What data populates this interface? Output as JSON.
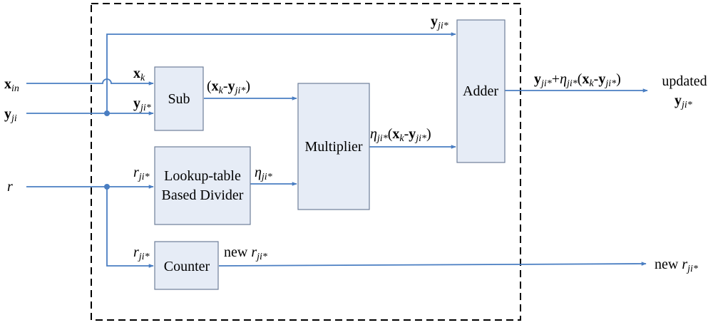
{
  "inputs": {
    "x_in": {
      "base": "x",
      "sub": "in"
    },
    "y_ji": {
      "base": "y",
      "sub": "ji"
    },
    "r": "r"
  },
  "blocks": {
    "sub": "Sub",
    "divider_line1": "Lookup-table",
    "divider_line2": "Based Divider",
    "multiplier": "Multiplier",
    "adder": "Adder",
    "counter": "Counter"
  },
  "signals": {
    "y_top": {
      "base": "y",
      "sub": "ji*"
    },
    "x_k": {
      "base": "x",
      "sub": "k"
    },
    "y_ji_star": {
      "base": "y",
      "sub": "ji*"
    },
    "diff": {
      "open": "(",
      "x": "x",
      "x_sub": "k",
      "dash": "-",
      "y": "y",
      "y_sub": "ji*",
      "close": ")"
    },
    "r_div": {
      "base": "r",
      "sub": "ji*"
    },
    "eta": {
      "base": "η",
      "sub": "ji*"
    },
    "mult_out": {
      "eta": "η",
      "eta_sub": "ji*",
      "open": "(",
      "x": "x",
      "x_sub": "k",
      "dash": "-",
      "y": "y",
      "y_sub": "ji*",
      "close": ")"
    },
    "r_cnt": {
      "base": "r",
      "sub": "ji*"
    },
    "new_r_cnt": {
      "prefix": "new ",
      "base": "r",
      "sub": "ji*"
    },
    "adder_out": {
      "y1": "y",
      "y1_sub": "ji*",
      "plus": "+",
      "eta": "η",
      "eta_sub": "ji*",
      "open": "(",
      "x": "x",
      "x_sub": "k",
      "dash": "-",
      "y2": "y",
      "y2_sub": "ji*",
      "close": ")"
    }
  },
  "outputs": {
    "updated_word": "updated",
    "updated_y": {
      "base": "y",
      "sub": "ji*"
    },
    "new_r": {
      "prefix": "new ",
      "base": "r",
      "sub": "ji*"
    }
  },
  "colors": {
    "wire": "#4a7ec2",
    "block_fill": "#e6ecf6",
    "block_stroke": "#6f7f99"
  }
}
